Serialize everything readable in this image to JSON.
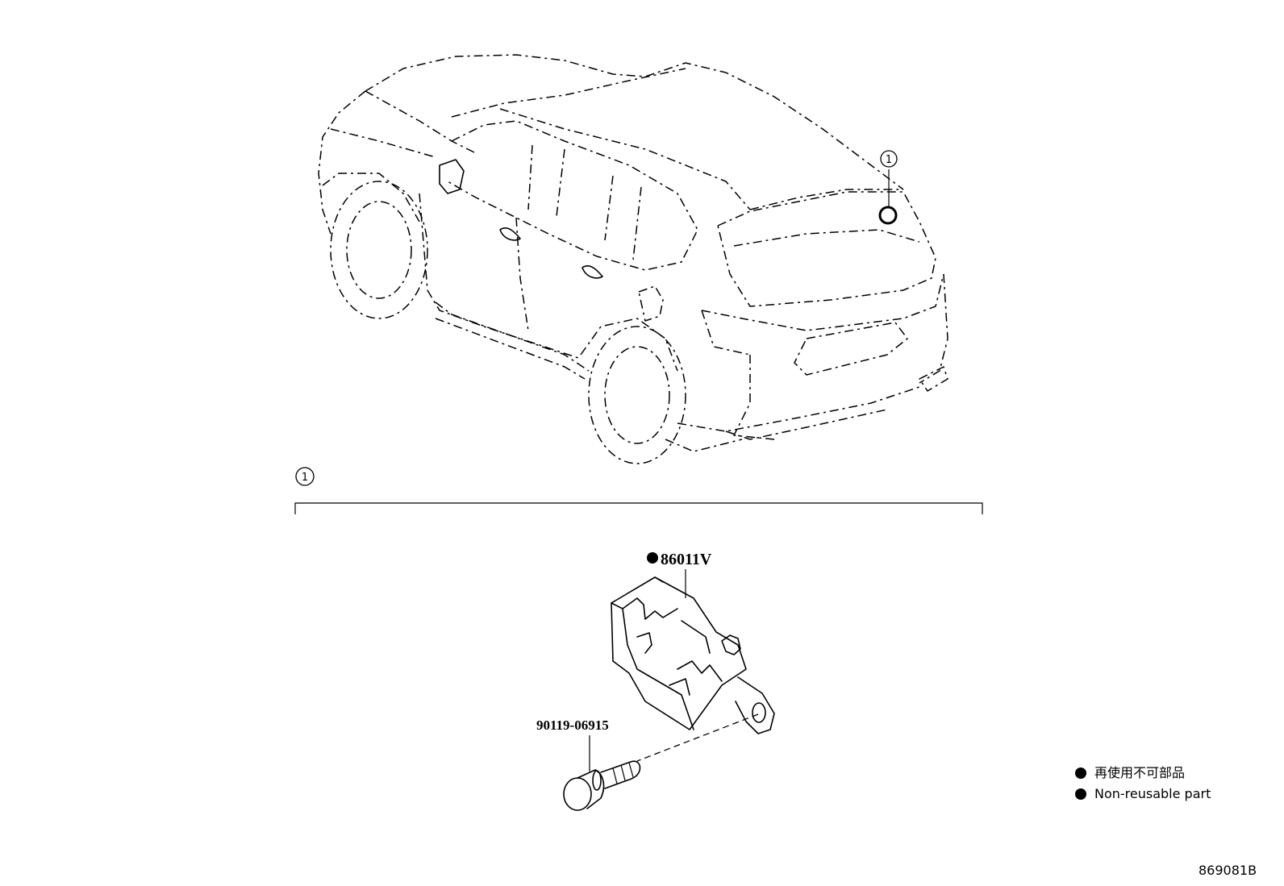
{
  "callouts": {
    "vehicle_ref": "1",
    "group_ref": "1"
  },
  "parts": {
    "main_part_number": "86011V",
    "bolt_part_number": "90119-06915"
  },
  "legend": {
    "japanese": "再使用不可部品",
    "english": "Non-reusable part"
  },
  "diagram_code": "869081B",
  "icons": {
    "non_reusable_marker": "filled-circle-icon"
  }
}
